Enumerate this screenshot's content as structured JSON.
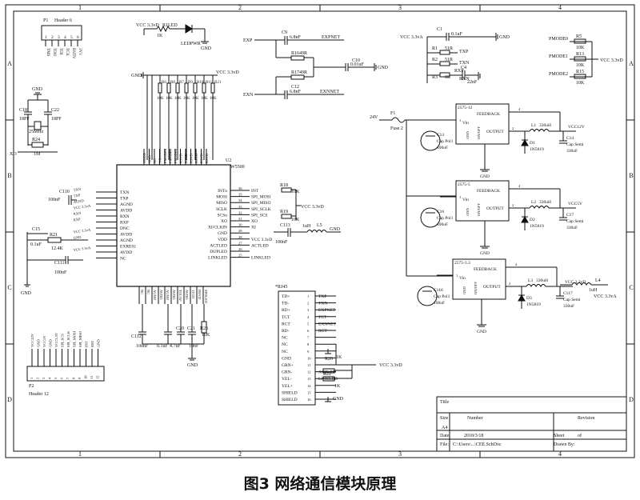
{
  "caption": "图3  网络通信模块原理",
  "frame": {
    "col_labels": [
      "1",
      "2",
      "3",
      "4"
    ],
    "row_labels": [
      "A",
      "B",
      "C",
      "D"
    ]
  },
  "header6": {
    "ref": "P1",
    "name": "Header 6",
    "pins": [
      "1",
      "2",
      "3",
      "4",
      "5",
      "6"
    ],
    "nets": [
      "TMS",
      "TDO",
      "TDI",
      "TCK",
      "RSTN",
      "3V3"
    ]
  },
  "led": {
    "vcc": "VCC 3.3vD",
    "resistor_ref": "R1LED",
    "resistor_val": "1K",
    "diode_ref": "LEDPWR",
    "gnd": "GND"
  },
  "crystal": {
    "c_left_ref": "C18",
    "c_left_val": "18PF",
    "c_right_ref": "C22",
    "c_right_val": "18PF",
    "xtal_val": "25MHz",
    "r_ref": "R24",
    "r_val": "1M",
    "gnd": "GND",
    "x_label": "XO"
  },
  "pullups": {
    "gnd": "GND",
    "labels": [
      "R6",
      "R8",
      "R7",
      "R9",
      "R10",
      "R11",
      "R21"
    ],
    "values": [
      "10K",
      "10K",
      "10K",
      "10K",
      "10K",
      "10K",
      "10K"
    ],
    "vcc": "VCC 3.3vD"
  },
  "w5500": {
    "ref": "U2",
    "name": "W5500",
    "left_pins": [
      "TXN",
      "TXP",
      "AGND",
      "AVDD",
      "RXN",
      "RXP",
      "DNC",
      "AVDD",
      "AGND",
      "EXRES1",
      "AVDD",
      "NC"
    ],
    "right_pins": [
      "INTn",
      "MOSI",
      "MISO",
      "SCLK",
      "SCSn",
      "XO",
      "XI/CLKIN",
      "GND",
      "VDD",
      "ACTLED",
      "DUPLED",
      "LINKLED"
    ],
    "right_nums": [
      "36",
      "35",
      "34",
      "33",
      "32",
      "31",
      "30",
      "29",
      "28",
      "27",
      "26",
      "25"
    ],
    "right_nets": [
      "INT",
      "SPI_MOSI",
      "SPI_MISO",
      "SPI_SCLK",
      "SPI_SCS",
      "XO",
      "XI",
      "",
      "VCC 3.3vD",
      "ACTLED",
      "",
      "LINKLED"
    ],
    "top_pins": [
      "VDDD",
      "GND",
      "NC",
      "NC",
      "PMODE0",
      "PMODE1",
      "PMODE2",
      "RSVD",
      "RSVD",
      "RSVD",
      "RSVD",
      "RSVD",
      "RSVD"
    ],
    "bottom_pins": [
      "NC",
      "NC",
      "AGND",
      "AVDD",
      "AGND",
      "AVDD",
      "TOCAP",
      "AVDD",
      "1V2O",
      "RSVD",
      "SPDLED"
    ],
    "left_nets": [
      "TXN",
      "TXP",
      "AGND",
      "VCC 3.3vA",
      "RXN",
      "RXP",
      "",
      "VCC 3.3vA",
      "GND",
      "",
      "VCC 3.3vA",
      ""
    ]
  },
  "spi_resistors": {
    "r18": "R18",
    "r18_val": "10K",
    "vcc": "VCC 3.3vD",
    "r19": "R19",
    "r19_val": "10K"
  },
  "xtal_out": {
    "c_ref": "C113",
    "c_val": "100nF",
    "l_ref": "L5",
    "l_val": "1uH",
    "gnd": "GND"
  },
  "left_parts": {
    "c110": "C110",
    "c110_val": "100nF",
    "c15": "C15",
    "c15_val": "0.1uF",
    "r21": "R21",
    "r21_val": "12.4K",
    "c111": "C111",
    "c111_val": "100nF",
    "gnd": "GND"
  },
  "bottom_caps": {
    "c112": "C112",
    "c112_val": "100nF",
    "c20": "C20",
    "c20_val": "4.7uF",
    "c21": "C21",
    "c21_val": "10nF",
    "r23": "R23",
    "r23_val": "10K",
    "c_extra": "0.1uF",
    "gnd": "GND"
  },
  "filter": {
    "exp": "EXP",
    "exn": "EXN",
    "expnet": "EXPNET",
    "exnnet": "EXNNET",
    "c9": "C9",
    "c9_val": "6.8nF",
    "c12": "C12",
    "c12_val": "6.8nF",
    "r16": "R16",
    "r16_val": "49R",
    "r17": "R17",
    "r17_val": "49R",
    "c10": "C10",
    "c10_val": "0.01uF",
    "gnd": "GND"
  },
  "tx_rx_terms": {
    "vcc": "VCC 3.3vA",
    "c1": "C1",
    "c1_val": "0.1uF",
    "gnd": "GND",
    "r1": "R1",
    "r1_val": "51R",
    "r2": "R2",
    "r2_val": "51R",
    "r3": "R3",
    "r3_val": "0R",
    "c4": "C4",
    "c4_val": "22nF",
    "nets": [
      "TXP",
      "TXN",
      "RXP",
      "RXN"
    ]
  },
  "pmode": {
    "labels": [
      "PMODE0",
      "PMODE1",
      "PMODE2"
    ],
    "refs": [
      "R5",
      "R13",
      "R15"
    ],
    "vals": [
      "10K",
      "10K",
      "10K"
    ],
    "vcc": "VCC 3.3vD"
  },
  "power": {
    "input": "24V",
    "fuse_ref": "F1",
    "fuse_name": "Fuse 2",
    "regs": [
      {
        "ref": "2575-12",
        "feedback": "FEEDBACK",
        "vin": "Vin",
        "out": "OUTPUT",
        "pin_in": "1",
        "pin_fb": "4",
        "pin_out": "2",
        "gnd1": "GND",
        "gnd2": "ON/OFF",
        "cin": "C13",
        "cin_type": "Cap Pol1",
        "cin_val": "100uF",
        "l": "L1",
        "l_val": "330uH",
        "d": "D1",
        "d_val": "1N5819",
        "cout": "C14",
        "cout_type": "Cap Semi",
        "cout_val": "330uF",
        "vout": "VCC12V",
        "gnd": "GND"
      },
      {
        "ref": "2575-5",
        "feedback": "FEEDBACK",
        "vin": "Vin",
        "out": "OUTPUT",
        "pin_in": "1",
        "pin_fb": "4",
        "pin_out": "2",
        "gnd1": "GND",
        "gnd2": "ON/OFF",
        "cin": "C16",
        "cin_type": "Cap Pol1",
        "cin_val": "100uF",
        "l": "L2",
        "l_val": "330uH",
        "d": "D2",
        "d_val": "1N5819",
        "cout": "C17",
        "cout_type": "Cap Semi",
        "cout_val": "330uF",
        "vout": "VCC5V",
        "gnd": "GND"
      },
      {
        "ref": "2575-3.3",
        "feedback": "FEEDBACK",
        "vin": "Vin",
        "out": "OUTPUT",
        "pin_in": "1",
        "pin_fb": "4",
        "pin_out": "2",
        "gnd1": "GND",
        "gnd2": "ON/OFF",
        "cin": "C116",
        "cin_type": "Cap Pol1",
        "cin_val": "100uF",
        "l": "L3",
        "l_val": "330uH",
        "d": "D3",
        "d_val": "1N5819",
        "cout": "C117",
        "cout_type": "Cap Semi",
        "cout_val": "330uF",
        "vout": "VCC 3.3vD",
        "gnd": "GND"
      }
    ],
    "l4": "L4",
    "l4_val": "1uH",
    "vcc_a": "VCC 3.3vA"
  },
  "rj45": {
    "ref": "*RJ45",
    "pins": [
      "TD+",
      "TD-",
      "RD+",
      "TCT",
      "RCT",
      "RD-",
      "NC",
      "NC",
      "NC",
      "GND",
      "GRN+",
      "GRN-",
      "YEL-",
      "YEL+",
      "SHIELD",
      "SHIELD"
    ],
    "nums": [
      "1",
      "2",
      "3",
      "4",
      "5",
      "6",
      "7",
      "8",
      "9",
      "10",
      "11",
      "12",
      "13",
      "14",
      "15",
      "16"
    ],
    "nets": [
      "TXP",
      "TXN",
      "EXPNET",
      "TCT",
      "EXNNET",
      "RCT",
      "",
      "",
      "",
      "",
      "",
      "ACTLED",
      "LINKLED",
      "",
      "",
      ""
    ],
    "r20": "R20",
    "r20_val": "1K",
    "r22": "R22",
    "r22_val": "1K",
    "vcc": "VCC 3.3vD",
    "gnd": "GND"
  },
  "header12": {
    "ref": "P2",
    "name": "Header 12",
    "pins": [
      "1",
      "2",
      "3",
      "4",
      "5",
      "6",
      "7",
      "8",
      "9",
      "10",
      "11",
      "12"
    ],
    "nets": [
      "VCC12V",
      "GND",
      "VCC5V",
      "GND",
      "VCC3.3V",
      "SPI_SCS",
      "SPI_SCLK",
      "SPI_MOSI",
      "SPI_MISO",
      "INT",
      "RST",
      "GND"
    ]
  },
  "titleblock": {
    "title": "Title",
    "size_label": "Size",
    "size_val": "A4",
    "number_label": "Number",
    "revision_label": "Revision",
    "date_label": "Date:",
    "date_val": "2018/3/18",
    "file_label": "File:",
    "file_val": "C:\\Users\\...\\CEE.SchDoc",
    "sheet_label": "Sheet",
    "of_label": "of",
    "drawn_label": "Drawn By:"
  }
}
